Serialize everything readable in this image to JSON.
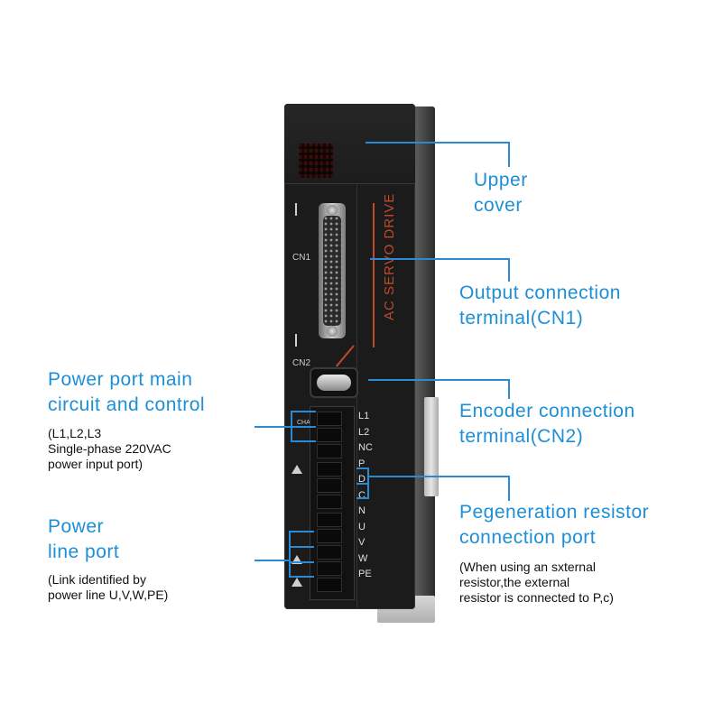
{
  "device": {
    "brand_text": "AC SERVO DRIVE",
    "cn1_label": "CN1",
    "cn2_label": "CN2",
    "charge_label": "CHARGE",
    "terminal_labels": [
      "L1",
      "L2",
      "NC",
      "P",
      "D",
      "C",
      "N",
      "U",
      "V",
      "W",
      "PE"
    ],
    "accent_color": "#c04a2a"
  },
  "callouts": {
    "upper_cover": {
      "lines": [
        "Upper",
        "cover"
      ]
    },
    "cn1": {
      "lines": [
        "Output connection",
        "terminal(CN1)"
      ]
    },
    "power_main": {
      "lines": [
        "Power port main",
        "circuit and control"
      ],
      "note": [
        "(L1,L2,L3",
        "Single-phase 220VAC",
        "power input port)"
      ]
    },
    "cn2": {
      "lines": [
        "Encoder connection",
        "terminal(CN2)"
      ]
    },
    "power_line": {
      "lines": [
        "Power",
        "line port"
      ],
      "note": [
        "(Link identified by",
        "power line U,V,W,PE)"
      ]
    },
    "regen": {
      "lines": [
        "Pegeneration resistor",
        "connection port"
      ],
      "note": [
        "(When using an sxternal",
        "resistor,the external",
        "resistor is connected to P,c)"
      ]
    },
    "accent_color": "#1d8fd6"
  }
}
